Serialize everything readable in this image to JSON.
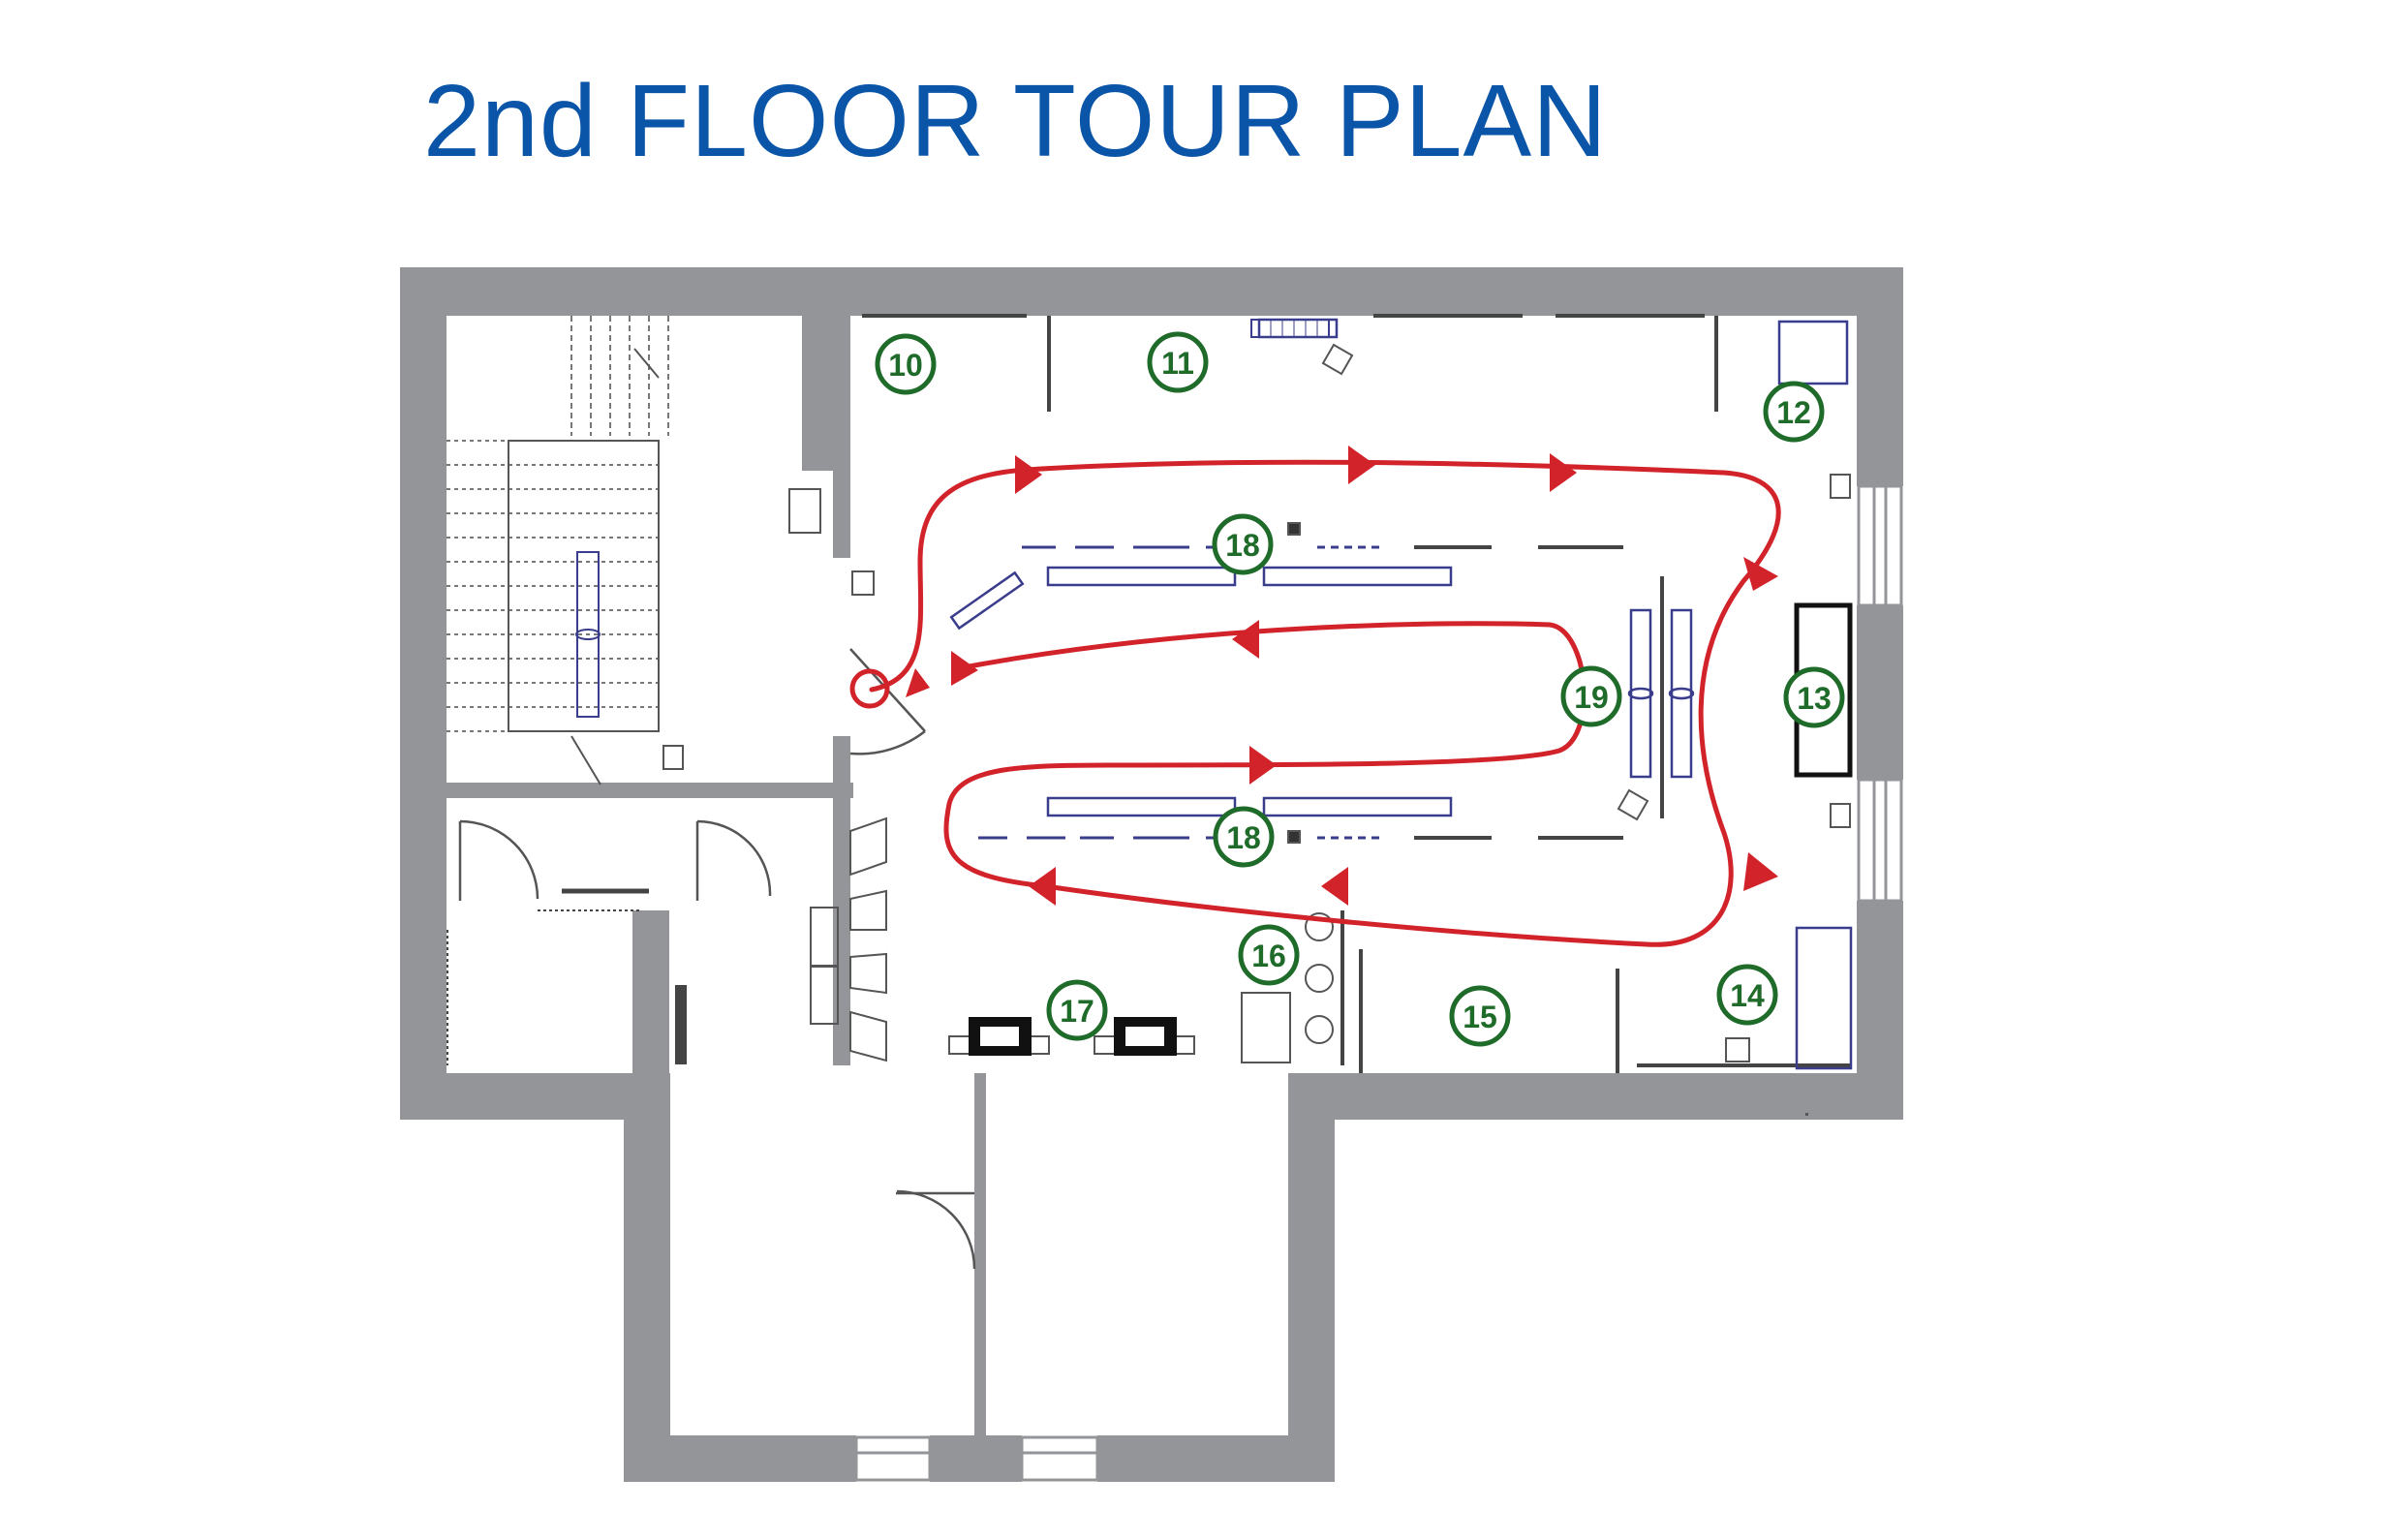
{
  "title": "2nd FLOOR TOUR PLAN",
  "colors": {
    "title": "#0b55a8",
    "wall": "#939598",
    "route": "#d2232a",
    "marker": "#1f6b2a",
    "fixture": "#3a3c8c"
  },
  "stops": [
    {
      "id": "stop-10",
      "label": "10"
    },
    {
      "id": "stop-11",
      "label": "11"
    },
    {
      "id": "stop-12",
      "label": "12"
    },
    {
      "id": "stop-13",
      "label": "13"
    },
    {
      "id": "stop-14",
      "label": "14"
    },
    {
      "id": "stop-15",
      "label": "15"
    },
    {
      "id": "stop-16",
      "label": "16"
    },
    {
      "id": "stop-17",
      "label": "17"
    },
    {
      "id": "stop-18a",
      "label": "18"
    },
    {
      "id": "stop-18b",
      "label": "18"
    },
    {
      "id": "stop-19",
      "label": "19"
    }
  ]
}
